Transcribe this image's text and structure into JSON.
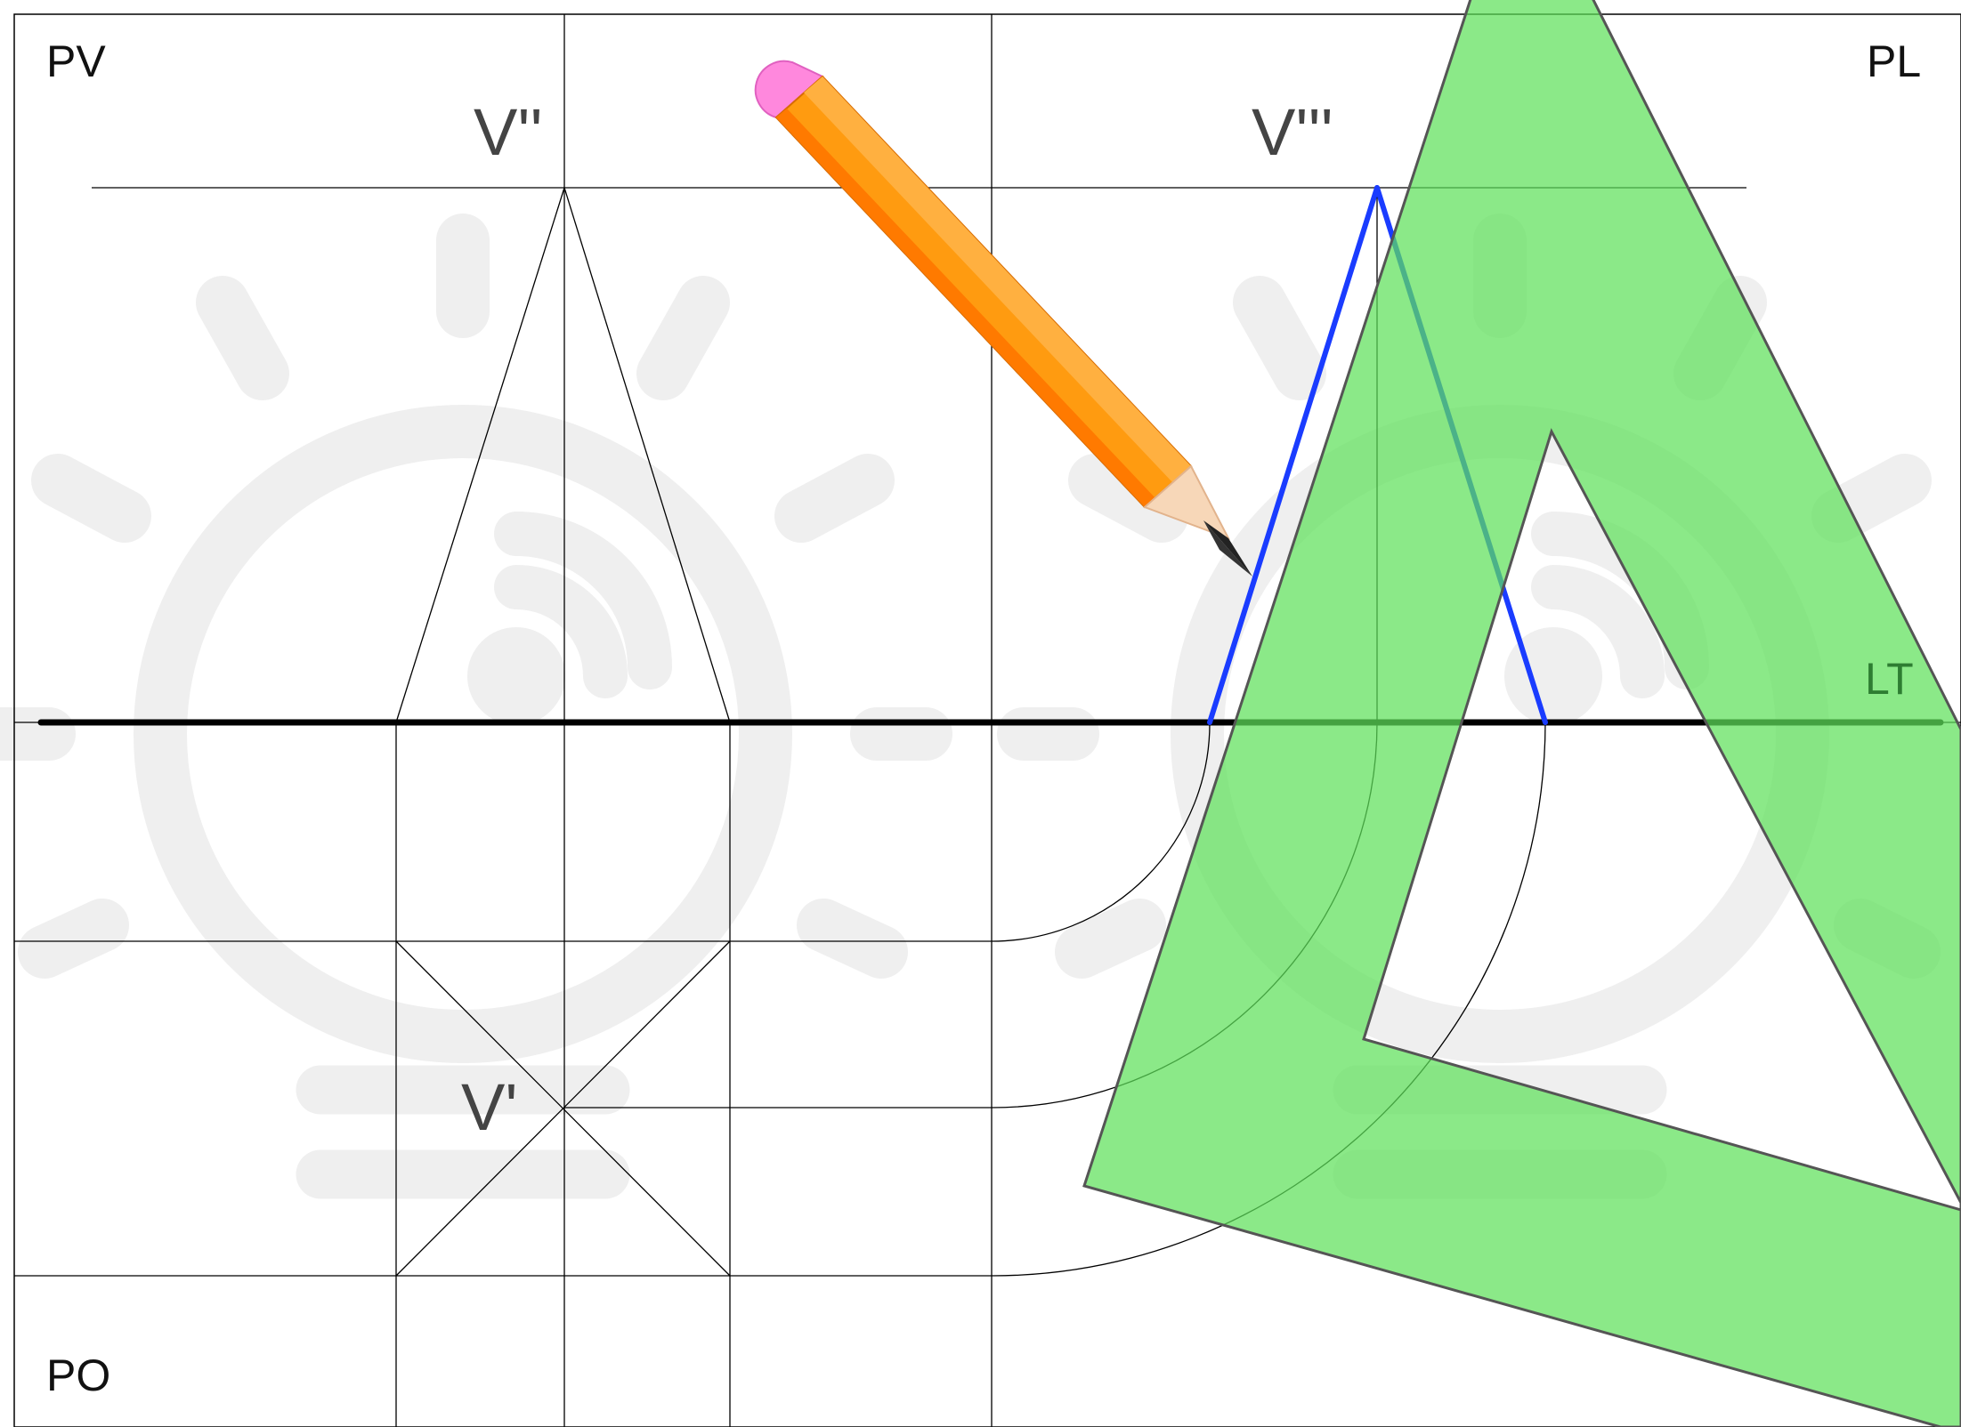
{
  "labels": {
    "pv": "PV",
    "pl": "PL",
    "po": "PO",
    "lt": "LT",
    "v_front": "V''",
    "v_side": "V'''",
    "v_top": "V'"
  },
  "watermark": {
    "icon": "lightbulb-icon",
    "color": "#efefef"
  },
  "colors": {
    "construction_line": "#000000",
    "ground_line": "#000000",
    "highlight_edge": "#1a3cff",
    "set_square_fill": "#5ee05a",
    "set_square_stroke": "#555555",
    "pencil_body": "#ff8c00",
    "pencil_eraser": "#ff88dd",
    "pencil_wood": "#f7d7b8",
    "pencil_lead": "#222222"
  },
  "tools": [
    "set-square",
    "pencil"
  ]
}
